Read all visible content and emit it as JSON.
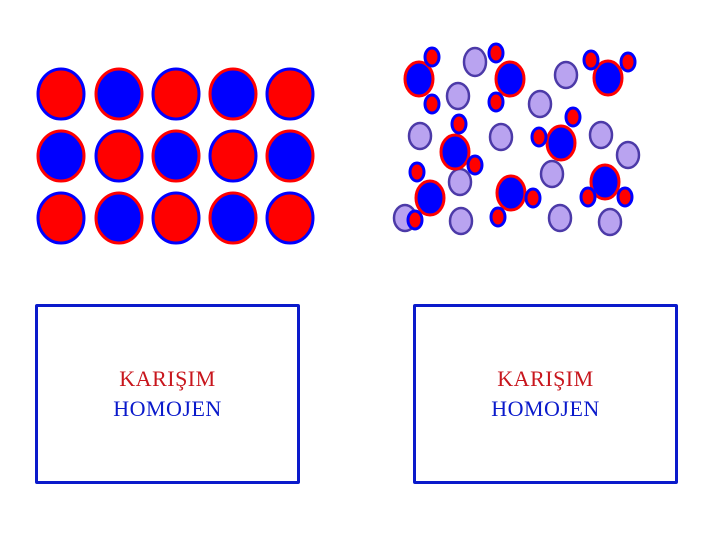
{
  "boxes": [
    {
      "line1": "KARIŞIM",
      "line2": "HOMOJEN"
    },
    {
      "line1": "KARIŞIM",
      "line2": "HOMOJEN"
    }
  ],
  "colors": {
    "red": "#ff0000",
    "blue": "#0000ff",
    "light_purple": "#b9a3f0",
    "border_purple": "#4c3aa8",
    "box_border": "#0a1acb",
    "text_red": "#c8161d",
    "text_blue": "#0a1acb"
  },
  "icons": {
    "left": "alternating-red-blue-particle-lattice",
    "right": "dispersed-molecules-red-blue-purple"
  }
}
